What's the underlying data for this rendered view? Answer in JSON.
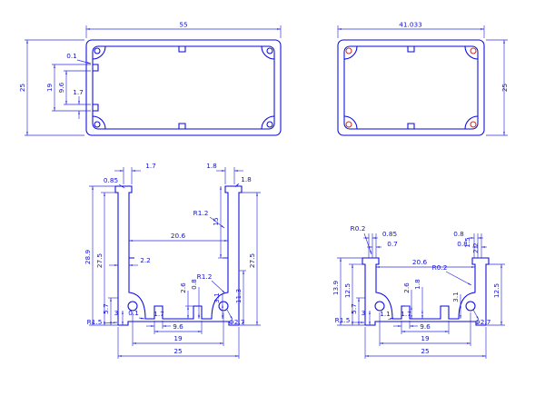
{
  "sheet": {
    "background": "#ffffff"
  },
  "colors": {
    "geometry_line": "#0707e0",
    "dimension_line": "#2b2be4",
    "text": "#1212cf",
    "hole_mark": "#c93030"
  },
  "view_top_left": {
    "width": "55",
    "height": "25",
    "rail_step": "0.1",
    "rail_outer_span": "19",
    "rail_inner_span": "9.6",
    "rail_width": "1.7"
  },
  "view_top_right": {
    "width": "41.033",
    "height": "25"
  },
  "view_bottom_left": {
    "cap_left_width": "1.7",
    "cap_right_width": "1.8",
    "cap_left_lip": "0.85",
    "cap_right_lip": "1.8",
    "cap_radius": "R1.2",
    "fin_depth": "15",
    "inner_width": "20.6",
    "wall_thickness": "2.2",
    "total_height": "28.9",
    "left_height": "27.5",
    "right_height": "27.5",
    "boss_radius": "R1.2",
    "slot_height": "2.6",
    "slot_lip": "0.8",
    "hole_height": "3.1",
    "boss_zone": "11.3",
    "base_height": "5.7",
    "foot_height": "3",
    "boss_step": "0.1",
    "slot_width": "1.7",
    "slot_span": "9.6",
    "hole_span": "19",
    "width": "25",
    "foot_radius": "R1.5",
    "hole_diameter": "Φ2.7"
  },
  "view_bottom_right": {
    "cap_radius": "R0.2",
    "cap_lip_a": "0.85",
    "cap_lip_b": "0.7",
    "cap_lip_c": "0.8",
    "cap_lip_d": "0.8",
    "cap_step_a": "1.5",
    "cap_step_b": "2.2",
    "inner_width": "20.6",
    "boss_radius": "R0.2",
    "total_height": "13.9",
    "left_height": "12.5",
    "right_height": "12.5",
    "slot_height": "2.6",
    "slot_lip": "1.8",
    "hole_height": "3.1",
    "base_height": "5.7",
    "foot_height": "3",
    "boss_step": "1.1",
    "slot_width": "1.7",
    "slot_span": "9.6",
    "hole_span": "19",
    "width": "25",
    "foot_radius": "R1.5",
    "hole_diameter": "Φ2.7"
  }
}
